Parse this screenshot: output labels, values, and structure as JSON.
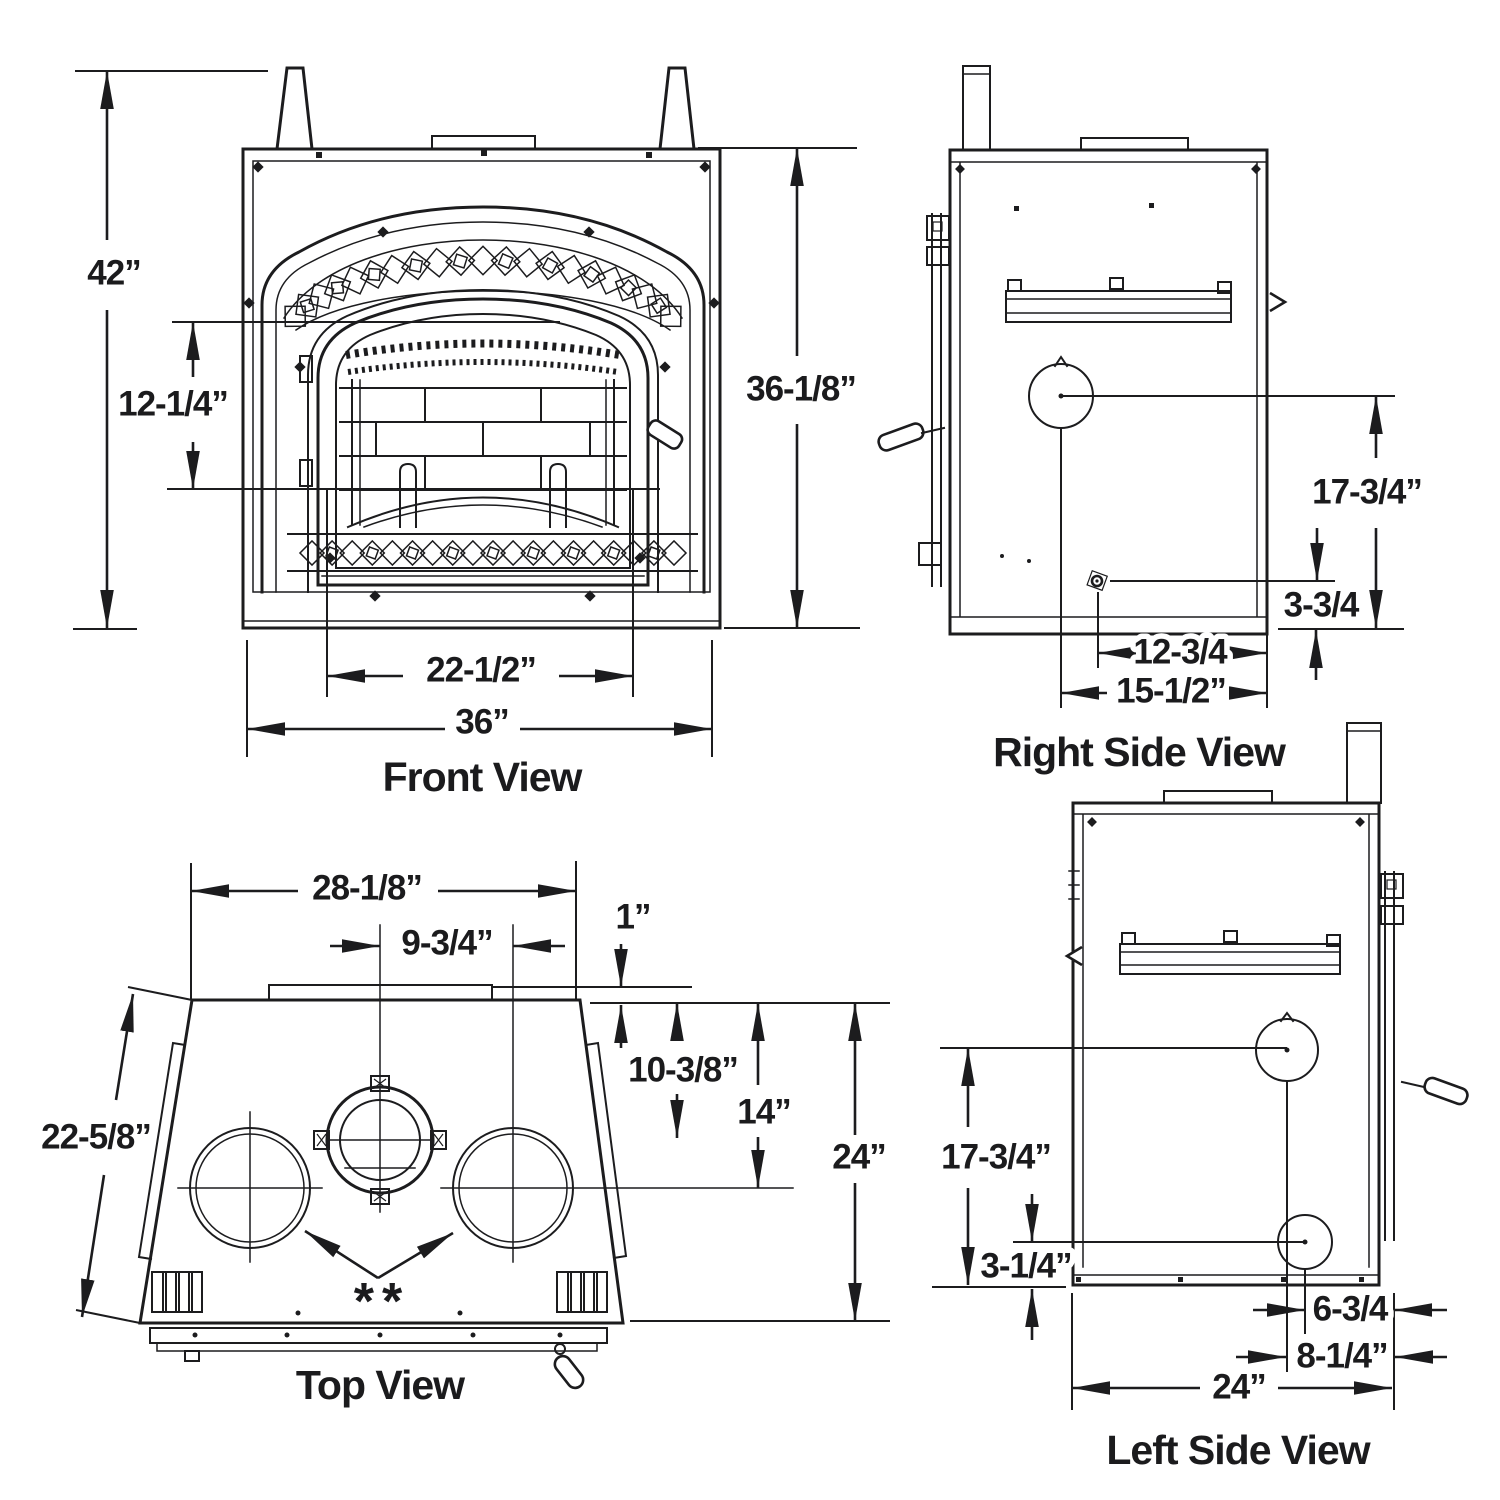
{
  "diagram_title": "Fireplace dimension drawing",
  "views": {
    "front": {
      "title": "Front View",
      "dims": {
        "overall_height": "42”",
        "glass_height": "12-1/4”",
        "unit_height": "36-1/8”",
        "door_width": "22-1/2”",
        "overall_width": "36”"
      }
    },
    "right": {
      "title": "Right Side View",
      "dims": {
        "flue_center_height": "17-3/4”",
        "fitting_height": "3-3/4",
        "fitting_setback": "12-3/4",
        "flue_setback": "15-1/2”"
      }
    },
    "top": {
      "title": "Top View",
      "dims": {
        "back_width": "28-1/8”",
        "flue_to_duct": "9-3/4”",
        "plate_overhang": "1”",
        "flue_from_back": "10-3/8”",
        "duct_from_back": "14”",
        "depth": "24”",
        "side_length": "22-5/8”"
      },
      "note": "**"
    },
    "left": {
      "title": "Left Side View",
      "dims": {
        "flue_center_height": "17-3/4”",
        "knockout_height": "3-1/4”",
        "knockout_setback": "6-3/4",
        "flue_setback": "8-1/4”",
        "depth": "24”"
      }
    }
  }
}
